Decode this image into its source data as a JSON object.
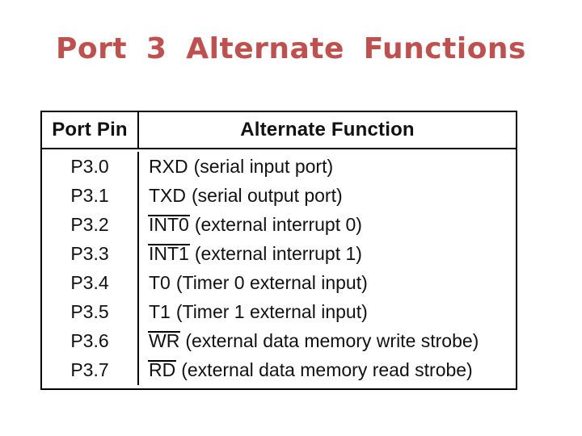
{
  "slide": {
    "title": "Port 3 Alternate Functions",
    "title_color": "#c0504d",
    "background_color": "#ffffff"
  },
  "table": {
    "border_color": "#000000",
    "text_color": "#111111",
    "headers": [
      "Port Pin",
      "Alternate Function"
    ],
    "rows": [
      {
        "pin": "P3.0",
        "signal": "RXD",
        "overline": false,
        "desc": "(serial input port)"
      },
      {
        "pin": "P3.1",
        "signal": "TXD",
        "overline": false,
        "desc": "(serial output port)"
      },
      {
        "pin": "P3.2",
        "signal": "INT0",
        "overline": true,
        "desc": "(external interrupt 0)"
      },
      {
        "pin": "P3.3",
        "signal": "INT1",
        "overline": true,
        "desc": "(external interrupt 1)"
      },
      {
        "pin": "P3.4",
        "signal": "T0",
        "overline": false,
        "desc": "(Timer 0 external input)"
      },
      {
        "pin": "P3.5",
        "signal": "T1",
        "overline": false,
        "desc": "(Timer 1 external input)"
      },
      {
        "pin": "P3.6",
        "signal": "WR",
        "overline": true,
        "desc": "(external data memory write strobe)"
      },
      {
        "pin": "P3.7",
        "signal": "RD",
        "overline": true,
        "desc": "(external data memory read strobe)"
      }
    ]
  }
}
